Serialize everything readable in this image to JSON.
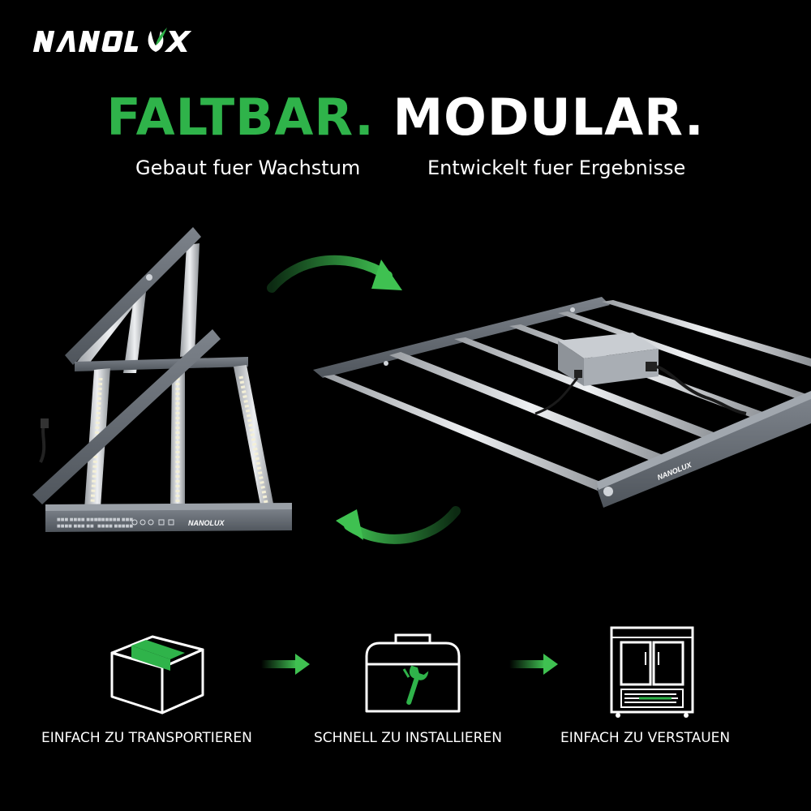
{
  "brand": {
    "logo_text": "NANOLUX",
    "accent_color": "#2fb34a"
  },
  "headline": {
    "green_part": "FALTBAR.",
    "white_part": "MODULAR."
  },
  "subheadline": {
    "left": "Gebaut fuer Wachstum",
    "right": "Entwickelt fuer Ergebnisse"
  },
  "steps": [
    {
      "label": "EINFACH ZU TRANSPORTIEREN",
      "icon": "box-icon"
    },
    {
      "label": "SCHNELL ZU INSTALLIEREN",
      "icon": "toolbox-icon"
    },
    {
      "label": "EINFACH ZU VERSTAUEN",
      "icon": "cabinet-icon"
    }
  ]
}
